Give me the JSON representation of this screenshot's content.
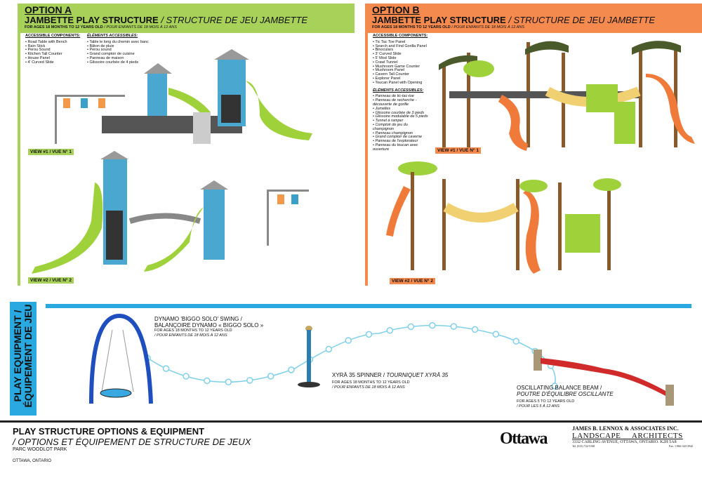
{
  "option_a": {
    "option": "OPTION A",
    "title": "JAMBETTE PLAY STRUCTURE",
    "title_fr": "/ STRUCTURE DE JEU JAMBETTE",
    "ages": "FOR AGES 18 MONTHS TO 12 YEARS OLD",
    "ages_fr": "/ POUR ENFANTS DE 18 MOIS À 12 ANS",
    "components_heading": "ACCESSIBLE COMPONENTS:",
    "components": [
      "• Road Table with Bench",
      "• Rain Stick",
      "• Perou Sound",
      "• Kitchen Tall Counter",
      "• House Panel",
      "• 4' Curved Slide"
    ],
    "components_fr_heading": "ÉLÉMENTS ACCESSIBLES:",
    "components_fr": [
      "• Table le long du chemin avec banc",
      "• Bâton de pluie",
      "• Perou sound",
      "• Grand comptoir de cuisine",
      "• Panneau de maison",
      "• Glissoire courbée de 4 pieds"
    ],
    "view1": "VIEW #1 / VUE N° 1",
    "view2": "VIEW #2 / VUE N° 2",
    "color": "#a8d15a"
  },
  "option_b": {
    "option": "OPTION B",
    "title": "JAMBETTE PLAY STRUCTURE",
    "title_fr": "/ STRUCTURE DE JEU JAMBETTE",
    "ages": "FOR AGES 18 MONTHS TO 12 YEARS OLD",
    "ages_fr": "/ POUR ENFANTS DE 18 MOIS À 12 ANS",
    "components_heading": "ACCESSIBLE COMPONENTS:",
    "components": [
      "• Tic Tac Toe Panel",
      "• Search and Find Gorilla Panel",
      "• Binoculars",
      "• 3' Curved Slide",
      "• 5' Mod Slide",
      "• Crawl Tunnel",
      "• Mushroom Game Counter",
      "• Mushroom Panel",
      "• Cavern Tall Counter",
      "• Explorer Panel",
      "• Toucan Panel with Opening"
    ],
    "components_fr_heading": "ÉLÉMENTS ACCESSIBLES:",
    "components_fr": [
      "• Panneau de tic-tac-toe",
      "• Panneau de recherche - découverte de gorille",
      "• Jumelles",
      "• Glissoire courbée de 3 pieds",
      "• Glissoire modulable de 5 pieds",
      "• Tunnel à ramper",
      "• Comptoir de jeu du champignon",
      "• Panneau champignon",
      "• Grand comptoir de caverne",
      "• Panneau de l'explorateur",
      "• Panneau du toucan avec ouverture"
    ],
    "view1": "VIEW #1 / VUE N° 1",
    "view2": "VIEW #2 / VUE N° 2",
    "color": "#f58a4f"
  },
  "equipment": {
    "section_title": "PLAY EQUIPMENT / ÉQUIPEMENT DE JEU",
    "swing": {
      "name": "DYNAMO 'BIGGO SOLO' SWING /",
      "name_fr": "BALANÇOIRE DYNAMO « BIGGO SOLO »",
      "ages": "FOR AGES 18 MONTHS TO 12 YEARS OLD",
      "ages_fr": "/ POUR ENFANTS DE 18 MOIS À 12 ANS"
    },
    "spinner": {
      "name": "XYRÄ 35 SPINNER / ",
      "name_fr": "TOURNIQUET XYRÄ 35",
      "ages": "FOR AGES 18 MONTHS TO 12 YEARS OLD",
      "ages_fr": "/ POUR ENFANTS DE 18 MOIS À 12 ANS"
    },
    "beam": {
      "name": "OSCILLATING BALANCE BEAM /",
      "name_fr": "POUTRE D'ÉQUILIBRE OSCILLANTE",
      "ages": "FOR AGES 5 TO 12 YEARS OLD",
      "ages_fr": "/ POUR LES 5 À 12 ANS"
    }
  },
  "footer": {
    "title": "PLAY STRUCTURE OPTIONS & EQUIPMENT",
    "title_fr": "/ OPTIONS ET ÉQUIPEMENT DE STRUCTURE DE JEUX",
    "park": "PARC WOODLOT PARK",
    "city": "OTTAWA, ONTARIO",
    "logo": "Ottawa",
    "firm": "JAMES B. LENNOX & ASSOCIATES INC.",
    "firm_sub": "LANDSCAPE     ARCHITECTS",
    "address": "3332 CARLING AVENUE, OTTAWA, ONTARIO.  K2H 5A8",
    "tel": "Tel. (613) 722-5168",
    "fax": "Fax. 1-866-343-3942"
  }
}
